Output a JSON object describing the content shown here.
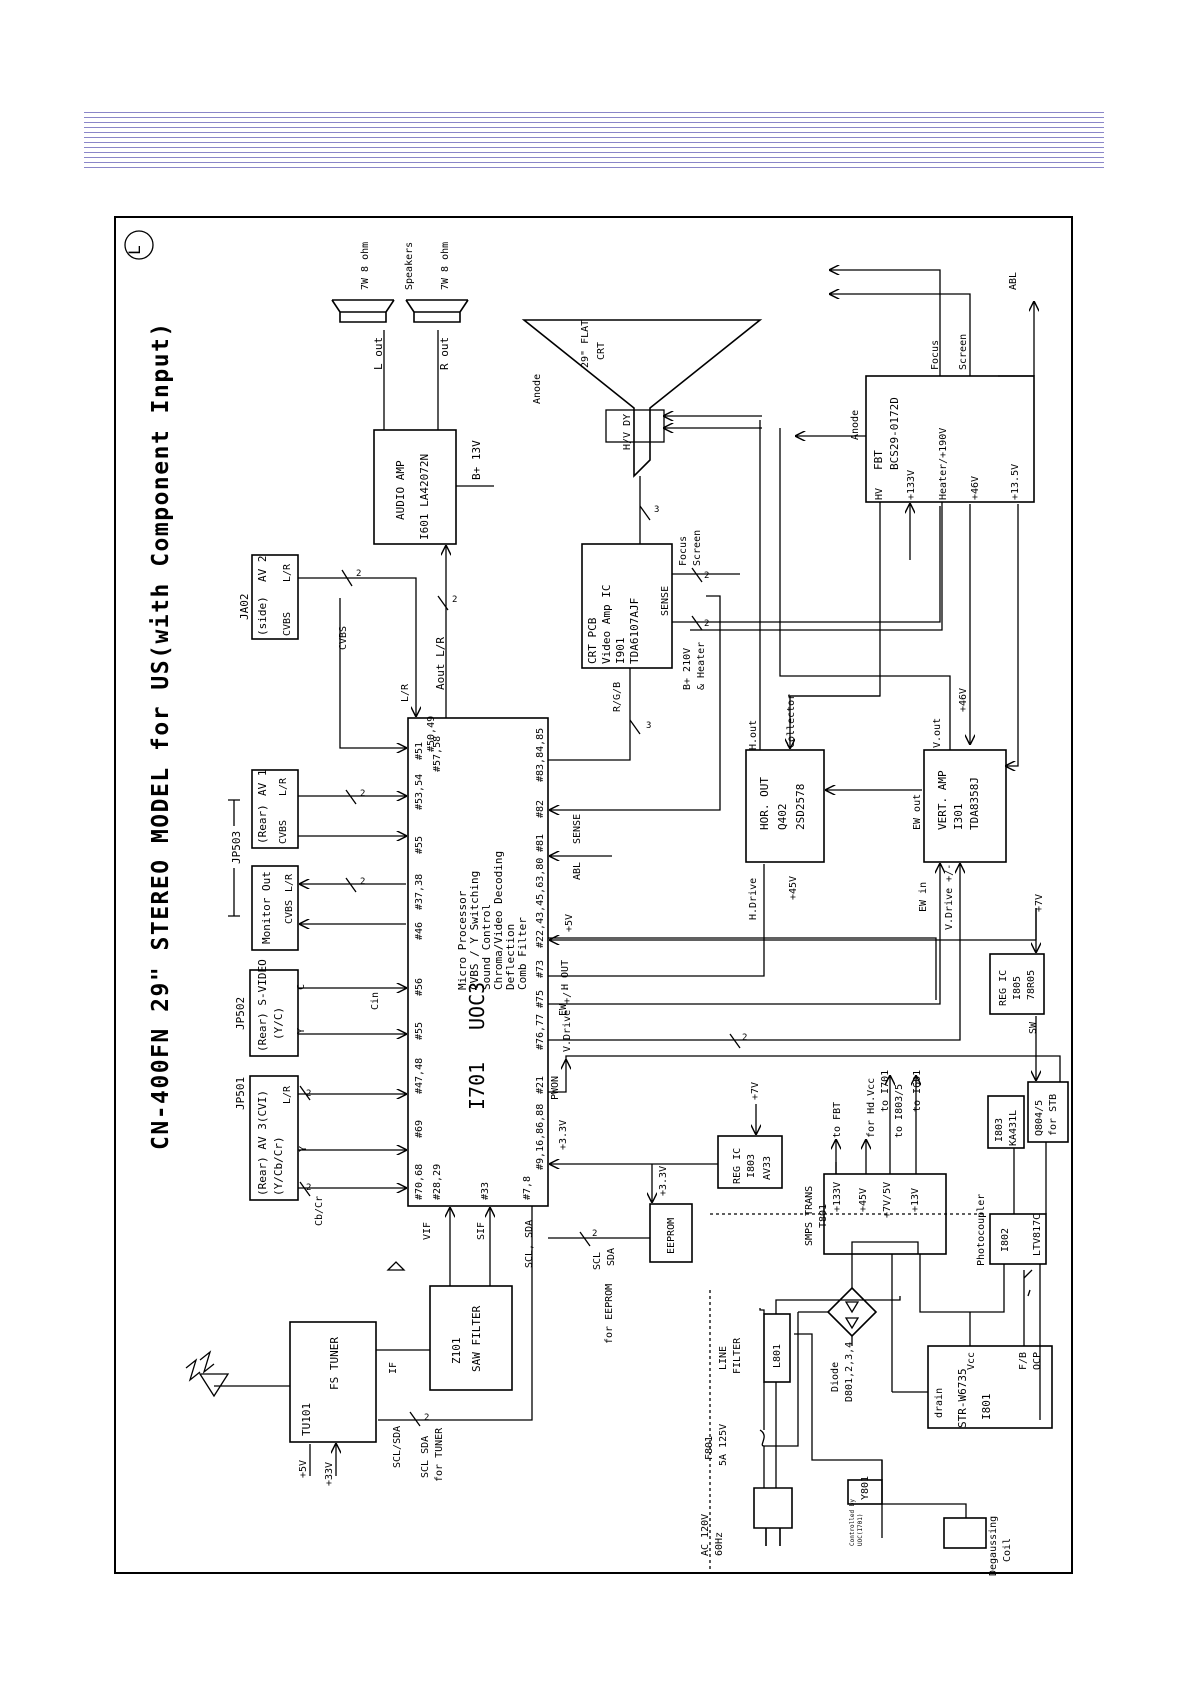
{
  "header_band": {
    "color": "#8a86c8"
  },
  "diagram": {
    "title": "CN-400FN 29\" STEREO MODEL for US(with Component Input)",
    "corner_mark": "L",
    "ic_main": {
      "label": "I701",
      "name": "UOC3",
      "functions": [
        "Micro Processor",
        "CVBS / Y Switching",
        "Sound Control",
        "Chroma/Video Decoding",
        "Deflection",
        "Comb Filter"
      ],
      "left_pins": [
        "#51",
        "#50,49",
        "#57,58"
      ],
      "top_pins": [
        "#53,54",
        "#55",
        "#37,38",
        "#46",
        "#56",
        "#55",
        "#47,48",
        "#69",
        "#70,68"
      ],
      "bottom_pins": [
        "#28,29",
        "#33",
        "#7,8"
      ],
      "right_pins": [
        "#83,84,85",
        "#82",
        "#81",
        "#22,43,45,63,80",
        "#73",
        "#75",
        "#76,77",
        "#21",
        "#9,16,86,88"
      ]
    },
    "inputs": {
      "jp501": {
        "ref": "JP501",
        "l1": "(Rear)  AV 3(CVI)",
        "l2": "(Y/Cb/Cr)",
        "sig": [
          "L/R",
          "Y",
          "Cb/Cr"
        ]
      },
      "jp502": {
        "ref": "JP502",
        "l1": "(Rear) S-VIDEO",
        "l2": "(Y/C)",
        "sig": [
          "C",
          "Y",
          "Cin"
        ]
      },
      "jp503": {
        "ref": "JP503",
        "mon": "Monitor Out",
        "cvbs": "CVBS",
        "av1a": "(Rear)",
        "av1b": "AV 1",
        "lr": "L/R"
      },
      "ja02": {
        "ref": "JA02",
        "a": "(side)",
        "b": "AV 2",
        "cvbs": "CVBS",
        "lr": "L/R"
      }
    },
    "audio_amp": {
      "title": "AUDIO AMP",
      "part": "I601  LA42072N",
      "supply": "B+ 13V",
      "aout": "Aout L/R",
      "lout": "L out",
      "rout": "R out",
      "spk_w": "7W  8 ohm",
      "speakers": "Speakers"
    },
    "crt_pcb": {
      "l1": "CRT PCB",
      "l2": "Video Amp IC",
      "l3": "I901",
      "l4": "TDA6107AJF",
      "sense": "SENSE",
      "focus": "Focus",
      "screen": "Screen",
      "bplus": "B+ 210V",
      "heater": "& Heater",
      "rgb": "R/G/B"
    },
    "crt": {
      "l1": "29\" FLAT",
      "l2": "CRT",
      "anode": "Anode",
      "hvdy": "H/V DY"
    },
    "fbt": {
      "l1": "FBT",
      "l2": "BCS29-0172D",
      "hv": "HV",
      "v133": "+133V",
      "heater": "Heater/+190V",
      "v46": "+46V",
      "v135": "+13.5V",
      "anode": "Anode",
      "focus": "Focus",
      "screen": "Screen",
      "abl": "ABL"
    },
    "hor_out": {
      "l1": "HOR. OUT",
      "l2": "Q402",
      "l3": "2SD2578",
      "v45": "+45V",
      "hout": "H.out",
      "collector": "Collector",
      "hdrive": "H.Drive"
    },
    "vert_amp": {
      "l1": "VERT. AMP",
      "l2": "I301",
      "l3": "TDA8358J",
      "ewout": "EW out",
      "ewin": "EW in",
      "vout": "V.out",
      "v46": "+46V",
      "vdrive": "V.Drive +/-"
    },
    "reg_i805": {
      "l1": "REG IC",
      "l2": "I805",
      "l3": "78R05",
      "v7": "+7V",
      "sw": "SW"
    },
    "reg_i803": {
      "l1": "REG IC",
      "l2": "I803",
      "l3": "AV33",
      "v7": "+7V",
      "v33": "+3.3V"
    },
    "eeprom": {
      "label": "EEPROM",
      "v33": "+3.3V",
      "scl": "SCL",
      "sda": "SDA",
      "note": "for EEPROM"
    },
    "ka": {
      "l1": "I803",
      "l2": "KA431L"
    },
    "q804": {
      "l1": "Q804/5",
      "l2": "for STB"
    },
    "tuner": {
      "ref": "TU101",
      "name": "FS TUNER",
      "v5": "+5V",
      "v33": "+33V",
      "sclsda": "SCL/SDA",
      "n1": "SCL SDA",
      "n2": "for TUNER",
      "if": "IF"
    },
    "saw": {
      "ref": "Z101",
      "name": "SAW FILTER",
      "vif": "VIF",
      "sif": "SIF"
    },
    "smps": {
      "l1": "SMPS TRANS",
      "l2": "T801",
      "rails": [
        "+133V",
        "+45V",
        "+7V/5V",
        "+13V"
      ],
      "to": [
        "to FBT",
        "for Hd.Vcc",
        "to I701",
        "to I803/5",
        "to I601"
      ]
    },
    "photo": {
      "l1": "Photocoupler",
      "l2": "I802",
      "l3": "LTV817C"
    },
    "str": {
      "drain": "drain",
      "vcc": "Vcc",
      "fb": "F/B",
      "ocp": "OCP",
      "part": "STR-W6735",
      "ref": "I801"
    },
    "diode": {
      "l1": "Diode",
      "l2": "D801,2,3,4"
    },
    "line_filter": {
      "l1": "LINE",
      "l2": "FILTER",
      "ref": "L801"
    },
    "fuse": {
      "ref": "F801",
      "rating": "5A 125V"
    },
    "ac": {
      "l1": "AC 120V",
      "l2": "60Hz"
    },
    "relay": {
      "ref": "Y801",
      "c1": "Controlled by",
      "c2": "UOC(I701)"
    },
    "degauss": {
      "l1": "Degaussing",
      "l2": "Coil"
    },
    "misc": {
      "pwon": "PWON",
      "vdrive": "V.Drive +/-",
      "ew": "EW",
      "hout": "H OUT",
      "v5": "+5V",
      "abl": "ABL",
      "sense": "SENSE",
      "v33": "+3.3V",
      "sclsda": "SCL, SDA",
      "two": "2",
      "three": "3"
    }
  }
}
